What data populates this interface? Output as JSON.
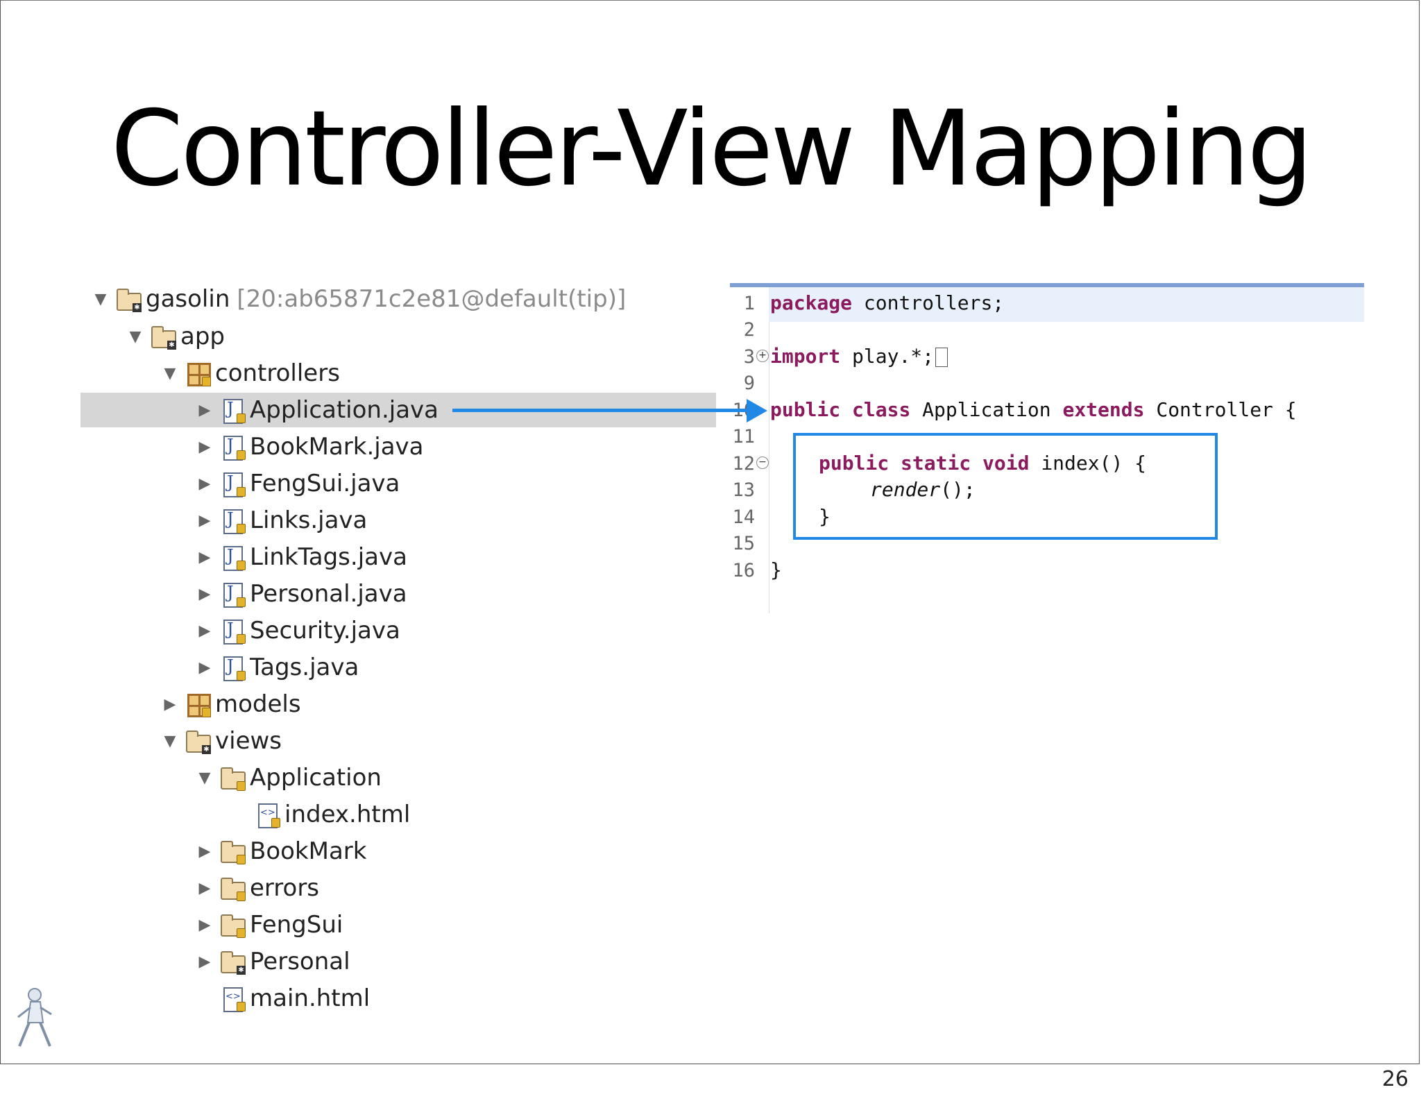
{
  "slide": {
    "title": "Controller-View Mapping",
    "page_number": "26"
  },
  "tree": [
    {
      "label": "gasolin",
      "suffix": "[20:ab65871c2e81@default(tip)]",
      "icon": "project-folder-icon",
      "expanded": true
    },
    {
      "label": "app",
      "icon": "source-folder-icon",
      "expanded": true
    },
    {
      "label": "controllers",
      "icon": "package-icon",
      "expanded": true
    },
    {
      "label": "Application.java",
      "icon": "java-file-icon",
      "selected": true
    },
    {
      "label": "BookMark.java",
      "icon": "java-file-icon"
    },
    {
      "label": "FengSui.java",
      "icon": "java-file-icon"
    },
    {
      "label": "Links.java",
      "icon": "java-file-icon"
    },
    {
      "label": "LinkTags.java",
      "icon": "java-file-icon"
    },
    {
      "label": "Personal.java",
      "icon": "java-file-icon"
    },
    {
      "label": "Security.java",
      "icon": "java-file-icon"
    },
    {
      "label": "Tags.java",
      "icon": "java-file-icon"
    },
    {
      "label": "models",
      "icon": "package-icon"
    },
    {
      "label": "views",
      "icon": "folder-icon",
      "expanded": true
    },
    {
      "label": "Application",
      "icon": "folder-icon",
      "expanded": true
    },
    {
      "label": "index.html",
      "icon": "html-file-icon"
    },
    {
      "label": "BookMark",
      "icon": "folder-icon"
    },
    {
      "label": "errors",
      "icon": "folder-icon"
    },
    {
      "label": "FengSui",
      "icon": "folder-icon"
    },
    {
      "label": "Personal",
      "icon": "folder-icon"
    },
    {
      "label": "main.html",
      "icon": "html-file-icon"
    }
  ],
  "editor": {
    "line_numbers": [
      "1",
      "2",
      "3",
      "9",
      "10",
      "11",
      "12",
      "13",
      "14",
      "15",
      "16"
    ],
    "lines": {
      "l1_kw": "package",
      "l1_rest": " controllers;",
      "l3_kw": "import",
      "l3_rest": " play.*;",
      "l10_kw1": "public",
      "l10_kw2": "class",
      "l10_mid": " Application ",
      "l10_kw3": "extends",
      "l10_rest": " Controller {",
      "l12_kw1": "public",
      "l12_kw2": "static",
      "l12_kw3": "void",
      "l12_rest": " index() {",
      "l13_call": "render",
      "l13_rest": "();",
      "l14": "}",
      "l16": "}"
    }
  },
  "colors": {
    "accent_arrow": "#2288e6",
    "keyword": "#8b1a5e",
    "selection": "#d6d6d6"
  }
}
